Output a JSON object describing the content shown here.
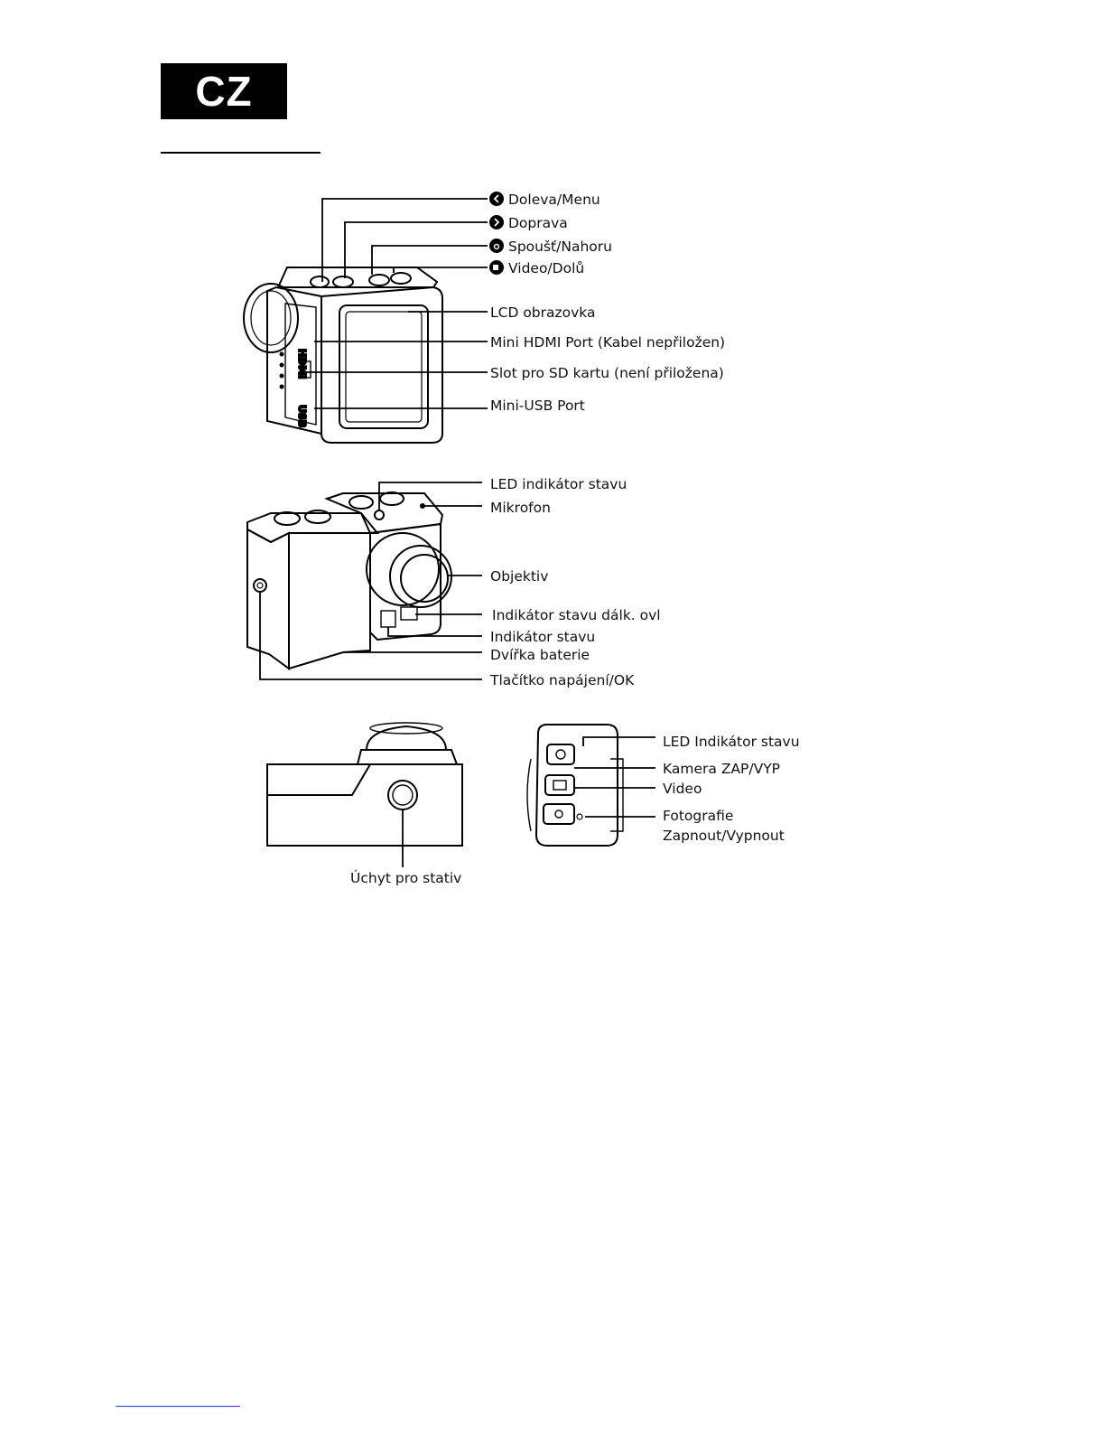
{
  "header": {
    "language_badge": "CZ"
  },
  "figure_top": {
    "labels": {
      "left_menu": "Doleva/Menu",
      "right": "Doprava",
      "shutter_up": "Spoušť/Nahoru",
      "video_down": "Video/Dolů",
      "lcd": "LCD obrazovka",
      "hdmi": "Mini HDMI Port (Kabel nepřiložen)",
      "sd_slot": "Slot pro SD kartu (není přiložena)",
      "usb": "Mini-USB Port"
    },
    "body_marks": {
      "hdmi": "HDMI",
      "usb": "USB"
    }
  },
  "figure_middle": {
    "labels": {
      "led_status": "LED indikátor stavu",
      "microphone": "Mikrofon",
      "lens": "Objektiv",
      "remote_indicator": "Indikátor stavu dálk. ovl",
      "status_indicator": "Indikátor stavu",
      "battery_door": "Dvířka baterie",
      "power_ok": "Tlačítko napájení/OK"
    }
  },
  "figure_bottom": {
    "labels": {
      "tripod_mount": "Úchyt pro stativ",
      "remote_led": "LED Indikátor stavu",
      "camera_on_off": "Kamera ZAP/VYP",
      "video": "Video",
      "photo": "Fotografie",
      "on_off": "Zapnout/Vypnout"
    }
  }
}
